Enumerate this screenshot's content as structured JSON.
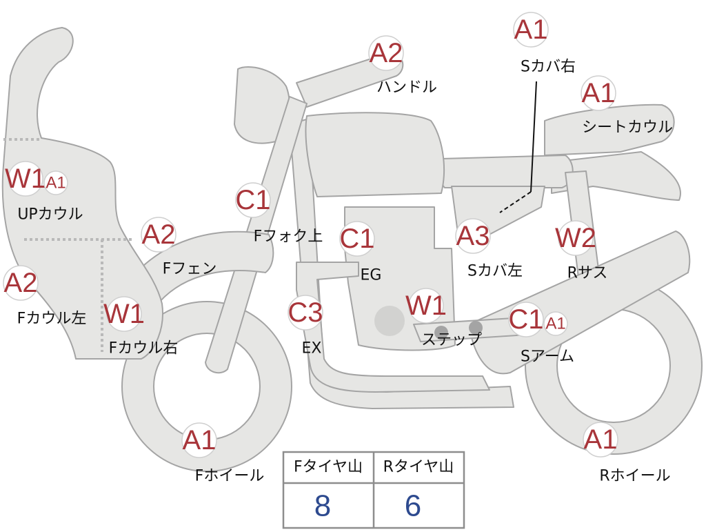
{
  "labels": {
    "handle": {
      "grade": "A2",
      "part": "ハンドル"
    },
    "s_cover_right": {
      "grade": "A1",
      "part": "Sカバ右"
    },
    "seat_cowl": {
      "grade": "A1",
      "part": "シートカウル"
    },
    "up_cowl": {
      "grade": "W1",
      "sub_grade": "A1",
      "part": "UPカウル"
    },
    "f_cowl_left": {
      "grade": "A2",
      "part": "Fカウル左"
    },
    "f_cowl_right": {
      "grade": "W1",
      "part": "Fカウル右"
    },
    "f_fender": {
      "grade": "A2",
      "part": "Fフェン"
    },
    "f_fork_upper": {
      "grade": "C1",
      "part": "Fフォク上"
    },
    "engine": {
      "grade": "C1",
      "part": "EG"
    },
    "exhaust": {
      "grade": "C3",
      "part": "EX"
    },
    "step": {
      "grade": "W1",
      "part": "ステップ"
    },
    "s_cover_left": {
      "grade": "A3",
      "part": "Sカバ左"
    },
    "r_suspension": {
      "grade": "W2",
      "part": "Rサス"
    },
    "swing_arm": {
      "grade": "C1",
      "sub_grade": "A1",
      "part": "Sアーム"
    },
    "f_wheel": {
      "grade": "A1",
      "part": "Fホイール"
    },
    "r_wheel": {
      "grade": "A1",
      "part": "Rホイール"
    }
  },
  "tire_table": {
    "front_header": "Fタイヤ山",
    "rear_header": "Rタイヤ山",
    "front_value": "8",
    "rear_value": "6"
  },
  "colors": {
    "grade_text": "#a8353a",
    "value_text": "#2d4a8f",
    "body_fill": "#e6e6e4",
    "outline": "#a4a4a4"
  }
}
